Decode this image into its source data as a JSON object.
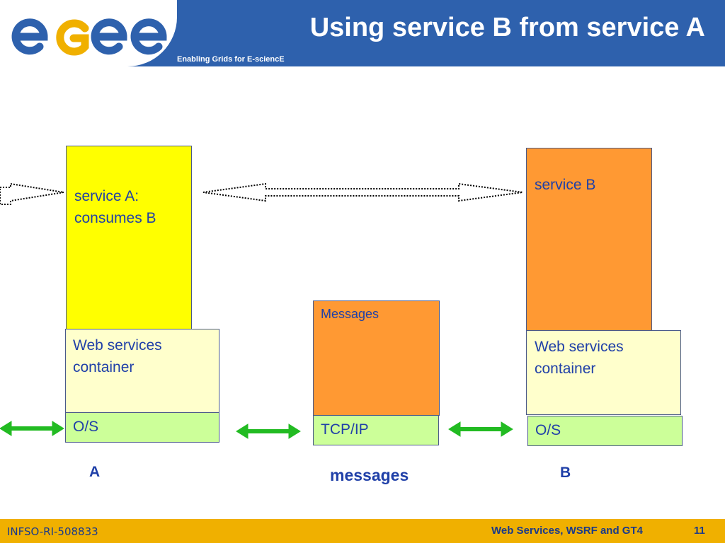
{
  "slide": {
    "title": "Using service B from service A",
    "tagline": "Enabling Grids for E-sciencE"
  },
  "logo": {
    "icon": "egee-logo",
    "colors": [
      "#2e61ad",
      "#f0b000"
    ]
  },
  "diagram": {
    "service_a": {
      "line1": "service A:",
      "line2": "consumes B"
    },
    "service_b": {
      "label": "service B"
    },
    "container_a": {
      "line1": "Web services",
      "line2": "container"
    },
    "container_b": {
      "line1": "Web services",
      "line2": "container"
    },
    "os_a": "O/S",
    "os_b": "O/S",
    "messages_box": "Messages",
    "tcpip": "TCP/IP",
    "label_a": "A",
    "label_messages": "messages",
    "label_b": "B"
  },
  "footer": {
    "project": "INFSO-RI-508833",
    "topic": "Web Services, WSRF and GT4",
    "page": "11"
  },
  "colors": {
    "header_blue": "#2e61ad",
    "footer_gold": "#f0b000",
    "service_a_yellow": "#ffff00",
    "orange": "#ff9933",
    "container_cream": "#ffffcc",
    "os_green": "#ccff99",
    "arrow_green": "#22bb22",
    "text_blue": "#2040a8"
  }
}
